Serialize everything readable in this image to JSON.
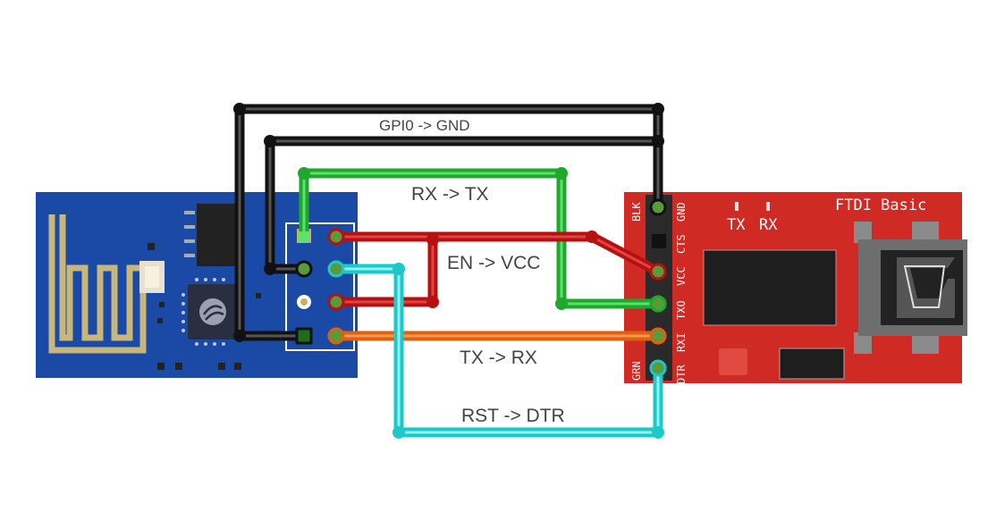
{
  "colors": {
    "background": "#ffffff",
    "esp_board": "#1a4aa6",
    "ftdi_board": "#cf2a23",
    "wire_gnd": "#111111",
    "wire_rx": "#22bb33",
    "wire_en": "#b81010",
    "wire_tx": "#e06010",
    "wire_rst": "#26d6d6"
  },
  "wires": {
    "gpio0": "GPI0 -> GND",
    "rx": "RX -> TX",
    "en": "EN -> VCC",
    "tx": "TX -> RX",
    "rst": "RST -> DTR"
  },
  "ftdi": {
    "title": "FTDI Basic",
    "led_tx": "TX",
    "led_rx": "RX",
    "pins": [
      "BLK",
      "GND",
      "CTS",
      "VCC",
      "TXO",
      "RXI",
      "DTR",
      "GRN"
    ]
  },
  "esp": {
    "chip_icon": "espressif-logo-icon"
  }
}
